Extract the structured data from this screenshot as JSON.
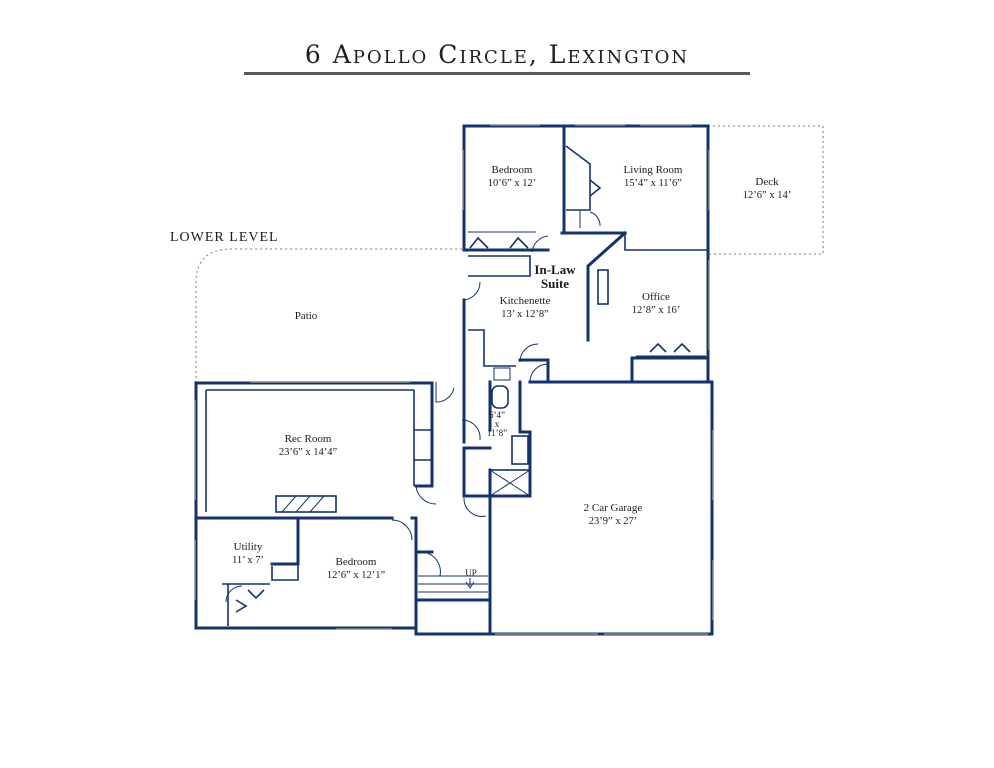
{
  "title": "6 Apollo Circle, Lexington",
  "level_label": "LOWER LEVEL",
  "rooms": {
    "bedroom_upper": {
      "name": "Bedroom",
      "dims": "10’6” x 12’"
    },
    "living_room": {
      "name": "Living Room",
      "dims": "15’4” x 11’6”"
    },
    "deck": {
      "name": "Deck",
      "dims": "12’6” x 14’"
    },
    "in_law_suite": {
      "name_line1": "In-Law",
      "name_line2": "Suite"
    },
    "kitchenette": {
      "name": "Kitchenette",
      "dims": "13’ x 12’8”"
    },
    "office": {
      "name": "Office",
      "dims": "12’8” x 16’"
    },
    "patio": {
      "name": "Patio"
    },
    "bath": {
      "dim_a": "6’4”",
      "x": "x",
      "dim_b": "11’8”"
    },
    "rec_room": {
      "name": "Rec Room",
      "dims": "23’6” x 14’4”"
    },
    "garage": {
      "name": "2 Car Garage",
      "dims": "23’9” x 27’"
    },
    "utility": {
      "name": "Utility",
      "dims": "11’ x 7’"
    },
    "bedroom_lower": {
      "name": "Bedroom",
      "dims": "12’6” x 12’1”"
    }
  },
  "stairs_label": "UP",
  "colors": {
    "wall": "#14326b",
    "text": "#1a1a1a",
    "rule": "#5a5a5a"
  }
}
